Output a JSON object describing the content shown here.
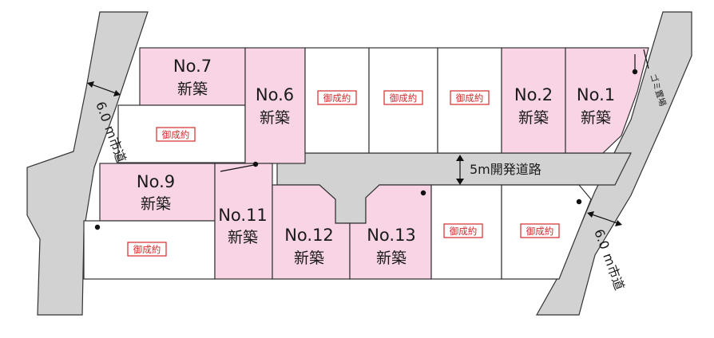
{
  "lots": {
    "no7": {
      "name": "No.7",
      "status": "新築"
    },
    "no6": {
      "name": "No.6",
      "status": "新築"
    },
    "no2": {
      "name": "No.2",
      "status": "新築"
    },
    "no1": {
      "name": "No.1",
      "status": "新築"
    },
    "no9": {
      "name": "No.9",
      "status": "新築"
    },
    "no11": {
      "name": "No.11",
      "status": "新築"
    },
    "no12": {
      "name": "No.12",
      "status": "新築"
    },
    "no13": {
      "name": "No.13",
      "status": "新築"
    },
    "sold_label": "御成約"
  },
  "roads": {
    "dev_road": "5m開発道路",
    "city_road_width": "6.0",
    "city_road_unit": "m",
    "city_road_kind": "市道",
    "garbage": "ゴミ置場"
  },
  "colors": {
    "new_build": "#f8d4e4",
    "sold_red": "#d42a2a",
    "road_gray": "#d2d2d2"
  }
}
